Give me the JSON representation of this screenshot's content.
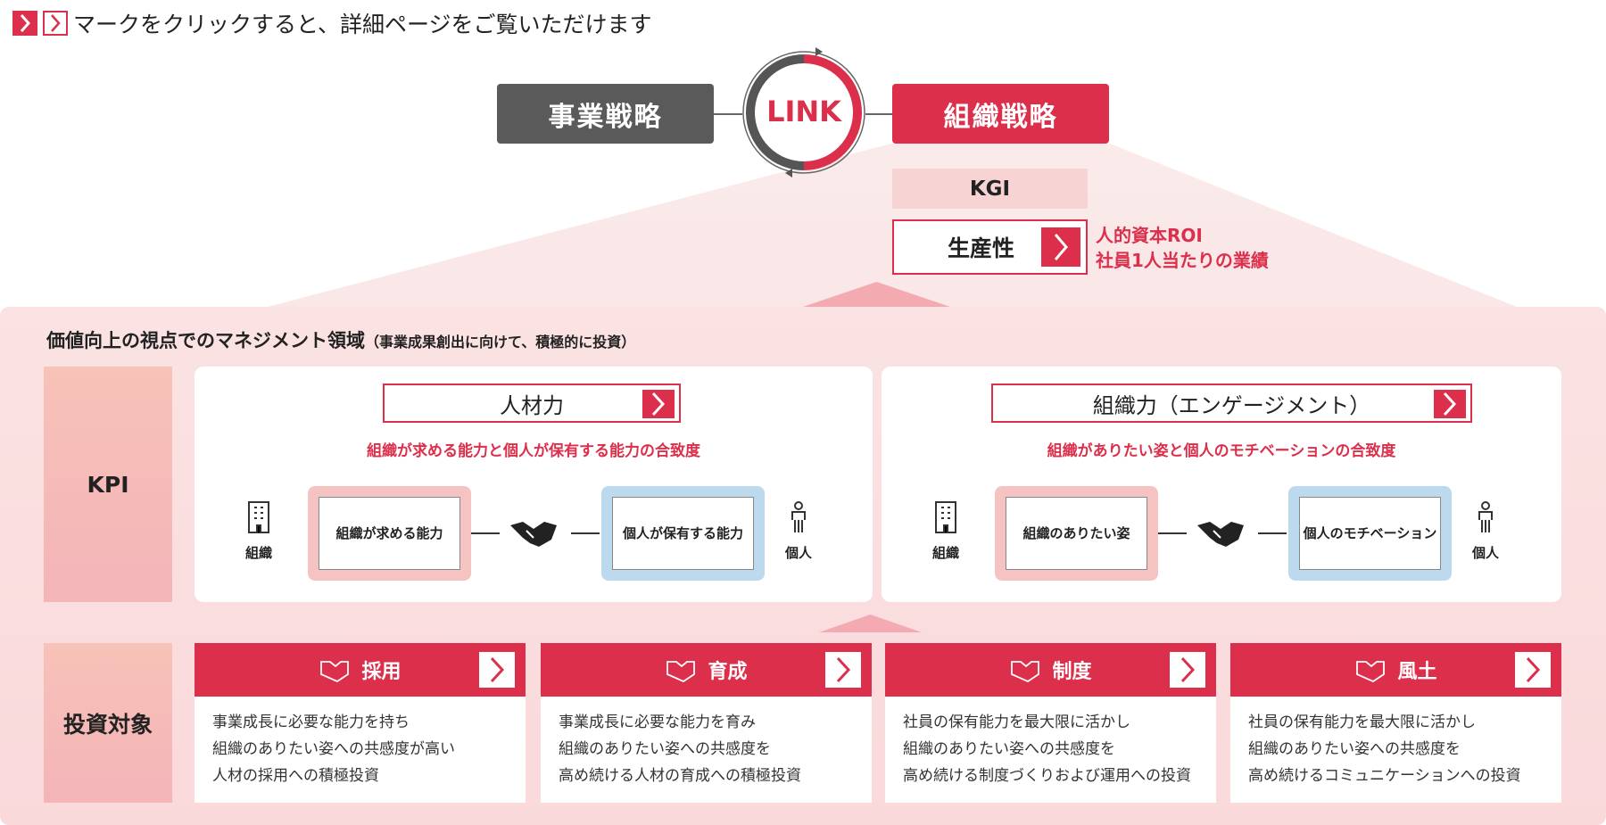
{
  "header": {
    "instruction": "マークをクリックすると、詳細ページをご覧いただけます"
  },
  "top": {
    "business_strategy": "事業戦略",
    "link": "LINK",
    "org_strategy": "組織戦略",
    "kgi": "KGI",
    "productivity": "生産性",
    "roi_lines": [
      "人的資本ROI",
      "社員1人当たりの業績"
    ]
  },
  "panel": {
    "title": "価値向上の視点でのマネジメント領域",
    "subtitle": "（事業成果創出に向けて、積極的に投資）",
    "kpi_label": "KPI",
    "invest_label": "投資対象"
  },
  "kpi_cards": [
    {
      "title": "人材力",
      "subtitle": "組織が求める能力と個人が保有する能力の合致度",
      "left_icon_label": "組織",
      "left_box": [
        "組織が",
        "求める能力"
      ],
      "right_box": [
        "個人が",
        "保有する能力"
      ],
      "right_icon_label": "個人"
    },
    {
      "title": "組織力（エンゲージメント）",
      "subtitle": "組織がありたい姿と個人のモチベーションの合致度",
      "left_icon_label": "組織",
      "left_box": [
        "組織の",
        "ありたい姿"
      ],
      "right_box": [
        "個人の",
        "モチベーション"
      ],
      "right_icon_label": "個人"
    }
  ],
  "invest_cards": [
    {
      "title": "採用",
      "icon": "handshake-icon",
      "lines": [
        "事業成長に必要な能力を持ち",
        "組織のありたい姿への共感度が高い",
        "人材の採用への積極投資"
      ]
    },
    {
      "title": "育成",
      "icon": "training-icon",
      "lines": [
        "事業成長に必要な能力を育み",
        "組織のありたい姿への共感度を",
        "高め続ける人材の育成への積極投資"
      ]
    },
    {
      "title": "制度",
      "icon": "document-icon",
      "lines": [
        "社員の保有能力を最大限に活かし",
        "組織のありたい姿への共感度を",
        "高め続ける制度づくりおよび運用への投資"
      ]
    },
    {
      "title": "風土",
      "icon": "team-icon",
      "lines": [
        "社員の保有能力を最大限に活かし",
        "組織のありたい姿への共感度を",
        "高め続けるコミュニケーションへの投資"
      ]
    }
  ],
  "colors": {
    "accent": "#dc2f4b",
    "dark": "#5a5a5a",
    "pink_bg": "#fadcdc"
  }
}
